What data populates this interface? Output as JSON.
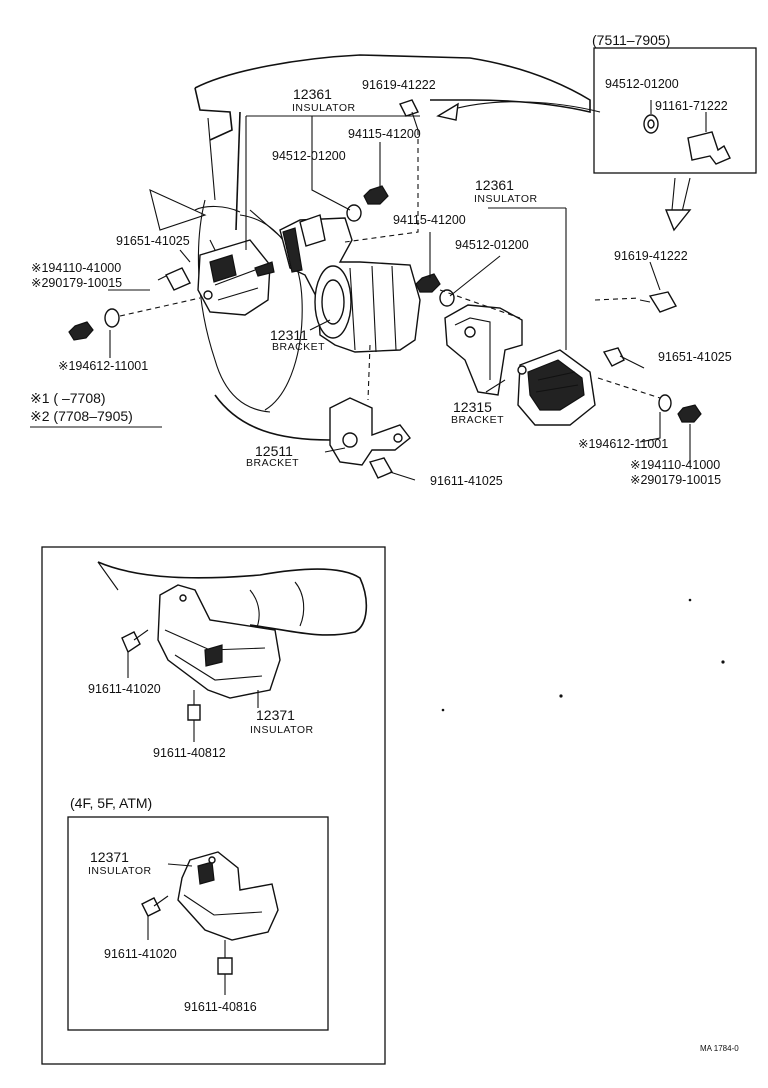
{
  "labels": {
    "p_91619_41222_top": "91619-41222",
    "p_12361_a": "12361",
    "p_insulator_a": "INSULATOR",
    "p_94115_41200_a": "94115-41200",
    "p_94512_01200_a": "94512-01200",
    "p_91651_41025_left": "91651-41025",
    "p_194110_41000_left": "※194110-41000",
    "p_290179_10015_left": "※290179-10015",
    "p_194612_11001_left": "※194612-11001",
    "p_12311": "12311",
    "p_bracket_12311": "BRACKET",
    "p_12361_b": "12361",
    "p_insulator_b": "INSULATOR",
    "p_94115_41200_b": "94115-41200",
    "p_94512_01200_b": "94512-01200",
    "p_91619_41222_right": "91619-41222",
    "p_91651_41025_right": "91651-41025",
    "p_12315": "12315",
    "p_bracket_12315": "BRACKET",
    "p_194612_11001_right": "※194612-11001",
    "p_194110_41000_right": "※194110-41000",
    "p_290179_10015_right": "※290179-10015",
    "p_12511": "12511",
    "p_bracket_12511": "BRACKET",
    "p_91611_41025": "91611-41025",
    "inset_range": "(7511–7905)",
    "p_94512_01200_inset": "94512-01200",
    "p_91161_71222_inset": "91161-71222",
    "note_1": "※1 (      –7708)",
    "note_2": "※2 (7708–7905)",
    "p_91611_41020_a": "91611-41020",
    "p_12371_a": "12371",
    "p_insulator_12371_a": "INSULATOR",
    "p_91611_40812": "91611-40812",
    "variant_title": "(4F, 5F, ATM)",
    "p_12371_b": "12371",
    "p_insulator_12371_b": "INSULATOR",
    "p_91611_41020_b": "91611-41020",
    "p_91611_40816": "91611-40816",
    "figure_code": "MA 1784-0"
  }
}
